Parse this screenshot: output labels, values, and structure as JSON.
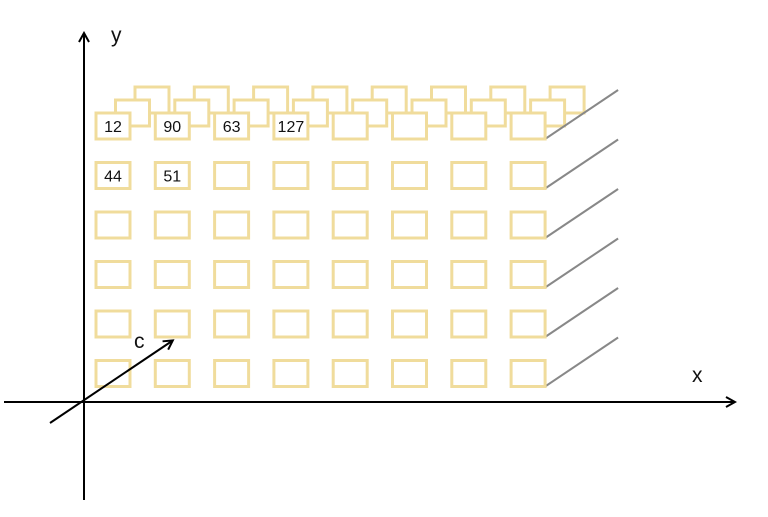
{
  "axes": {
    "x_label": "x",
    "y_label": "y",
    "c_label": "c"
  },
  "grid": {
    "rows": 6,
    "cols": 8,
    "depth_layers": 3,
    "cell_values": [
      [
        "12",
        "90",
        "63",
        "127",
        "",
        "",
        "",
        ""
      ],
      [
        "44",
        "51",
        "",
        "",
        "",
        "",
        "",
        ""
      ],
      [
        "",
        "",
        "",
        "",
        "",
        "",
        "",
        ""
      ],
      [
        "",
        "",
        "",
        "",
        "",
        "",
        "",
        ""
      ],
      [
        "",
        "",
        "",
        "",
        "",
        "",
        "",
        ""
      ],
      [
        "",
        "",
        "",
        "",
        "",
        "",
        "",
        ""
      ]
    ]
  },
  "colors": {
    "cell_stroke": "#f0dc9c",
    "axis": "#000000",
    "depth_line": "#888888",
    "text": "#111111"
  }
}
